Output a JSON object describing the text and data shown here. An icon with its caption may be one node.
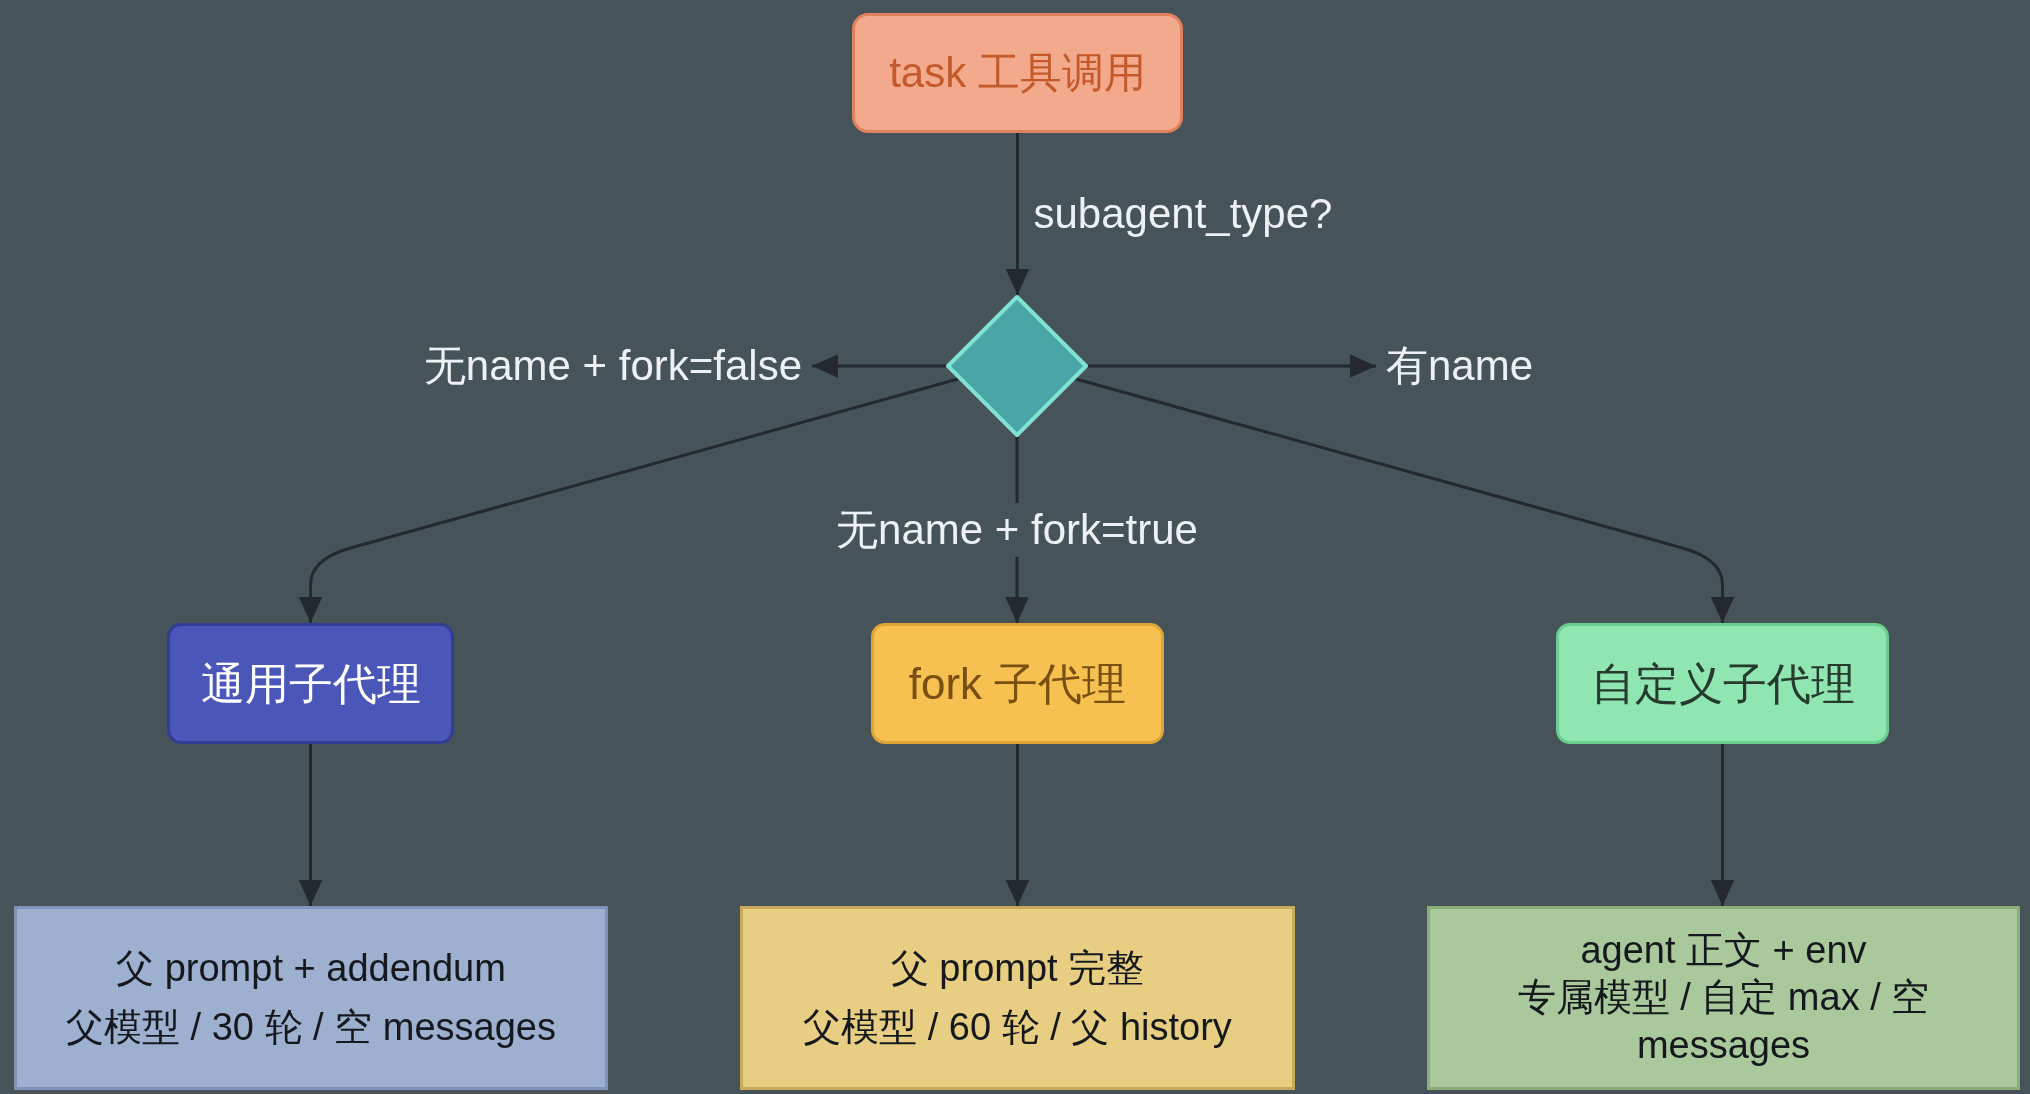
{
  "diagram": {
    "nodes": [
      {
        "text": [
          "task 工具调用"
        ]
      },
      {
        "text": [],
        "shape": "diamond"
      },
      {
        "text": [
          "无name + fork=false"
        ]
      },
      {
        "text": [
          "有name"
        ]
      },
      {
        "text": [
          "通用子代理"
        ]
      },
      {
        "text": [
          "fork 子代理"
        ]
      },
      {
        "text": [
          "自定义子代理"
        ]
      },
      {
        "text": [
          "父 prompt + addendum",
          "父模型 / 30 轮 / 空 messages"
        ]
      },
      {
        "text": [
          "父 prompt 完整",
          "父模型 / 60 轮 / 父 history"
        ]
      },
      {
        "text": [
          "agent 正文 + env",
          "专属模型 / 自定 max / 空 messages"
        ]
      }
    ],
    "edges": [
      {
        "from": 0,
        "to": 1,
        "arrow": "to",
        "label": "subagent_type?"
      },
      {
        "from": 1,
        "to": 2,
        "arrow": "to"
      },
      {
        "from": 1,
        "to": 3,
        "arrow": "to"
      },
      {
        "from": 1,
        "to": 4,
        "arrow": "to"
      },
      {
        "from": 1,
        "to": 5,
        "arrow": "to",
        "label": "无name + fork=true"
      },
      {
        "from": 1,
        "to": 6,
        "arrow": "to"
      },
      {
        "from": 4,
        "to": 7,
        "arrow": "to"
      },
      {
        "from": 5,
        "to": 8,
        "arrow": "to"
      },
      {
        "from": 6,
        "to": 9,
        "arrow": "to"
      }
    ]
  }
}
